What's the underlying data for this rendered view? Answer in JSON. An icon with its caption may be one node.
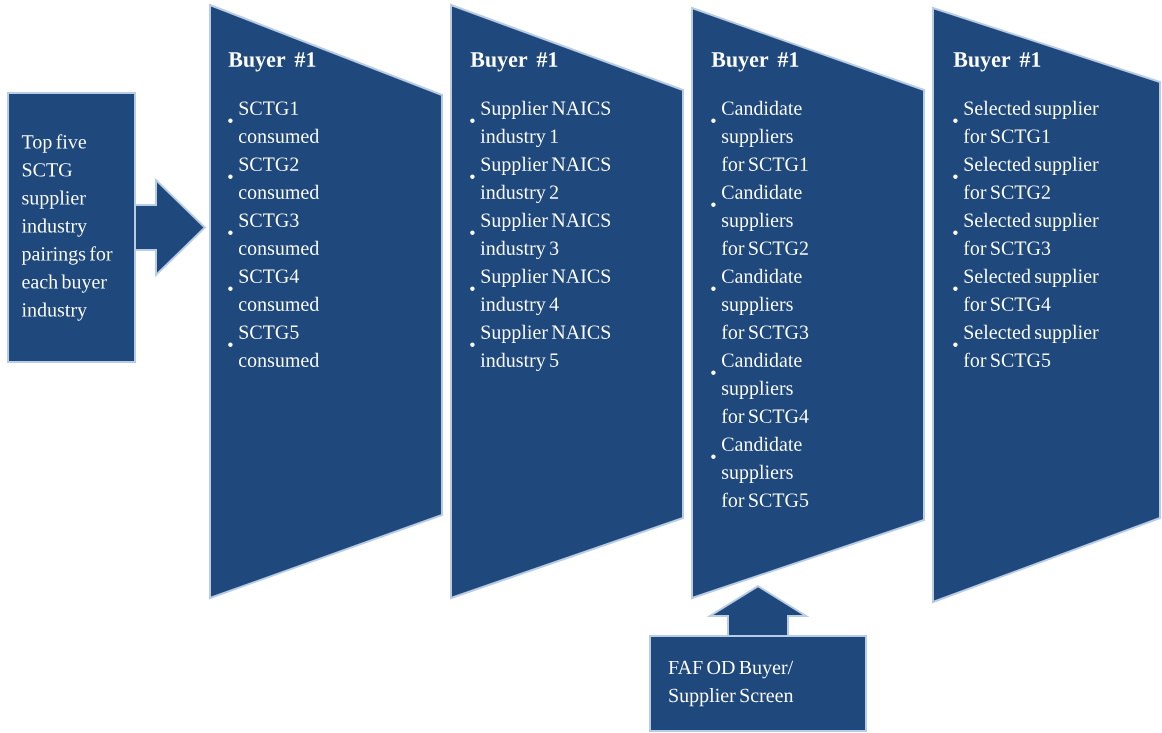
{
  "diagram": {
    "nodes": [
      {
        "text": [
          "Top five SCTG supplier industry pairings for each buyer industry"
        ]
      },
      {
        "text": [
          "Buyer #1",
          "SCTG1 consumed",
          "SCTG2 consumed",
          "SCTG3 consumed",
          "SCTG4 consumed",
          "SCTG5 consumed"
        ]
      },
      {
        "text": [
          "Buyer #1",
          "Supplier NAICS industry 1",
          "Supplier NAICS industry 2",
          "Supplier NAICS industry 3",
          "Supplier NAICS industry 4",
          "Supplier NAICS industry 5"
        ]
      },
      {
        "text": [
          "Buyer #1",
          "Candidate suppliers for SCTG1",
          "Candidate suppliers for SCTG2",
          "Candidate suppliers for SCTG3",
          "Candidate suppliers for SCTG4",
          "Candidate suppliers for SCTG5"
        ]
      },
      {
        "text": [
          "Buyer #1",
          "Selected supplier for SCTG1",
          "Selected supplier for SCTG2",
          "Selected supplier for SCTG3",
          "Selected supplier for SCTG4",
          "Selected supplier for SCTG5"
        ]
      },
      {
        "text": [
          "FAF OD Buyer/ Supplier Screen"
        ]
      }
    ],
    "edges": [
      {
        "from": 0,
        "to": 1,
        "arrow": "to"
      },
      {
        "from": 5,
        "to": 3,
        "arrow": "to"
      }
    ]
  }
}
